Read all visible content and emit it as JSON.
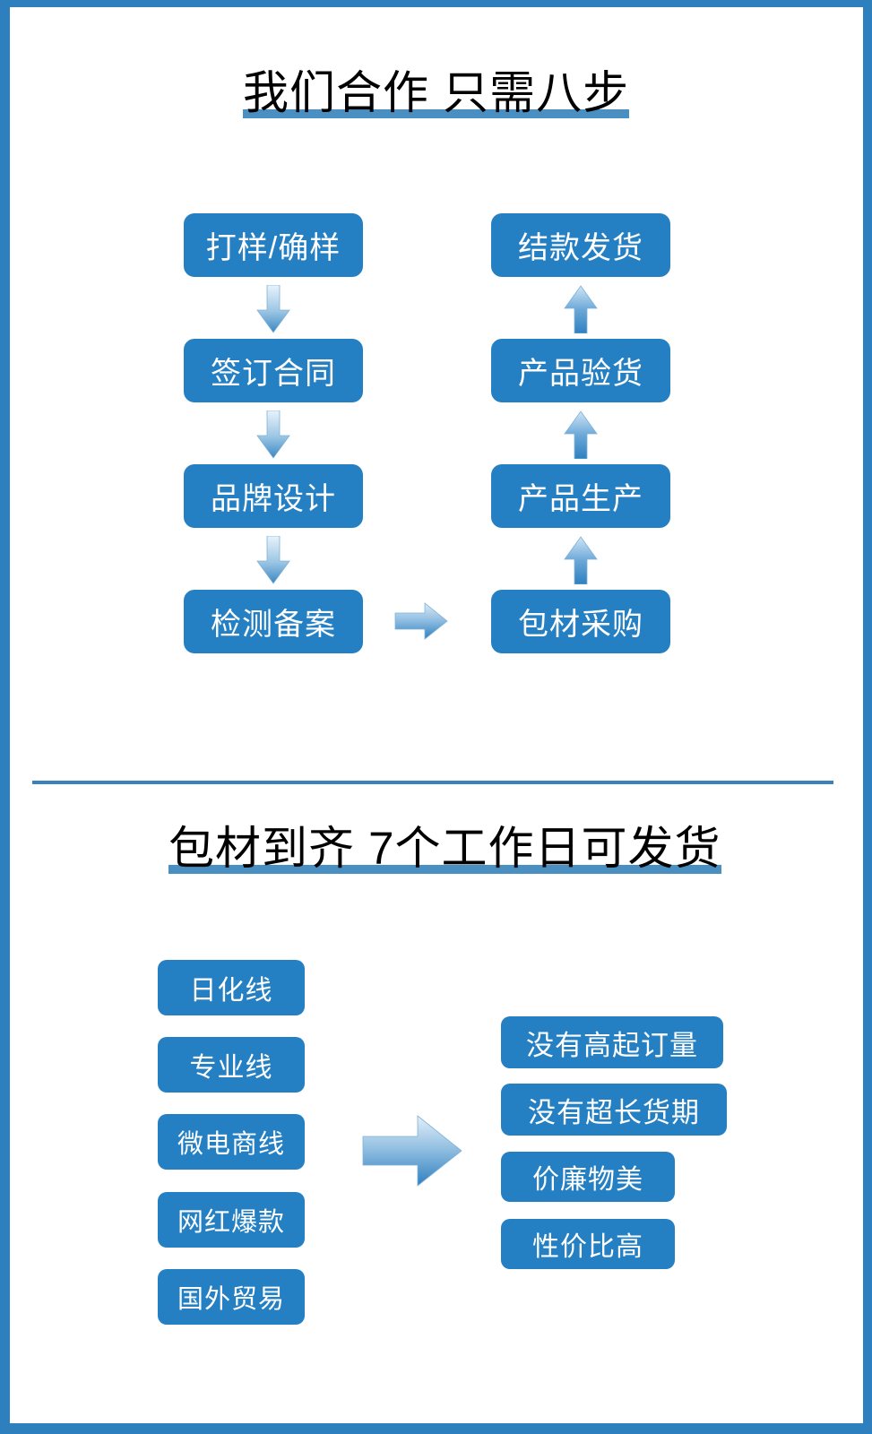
{
  "page": {
    "border_color": "#2e7fbe",
    "box_color": "#2580c3",
    "heading_bar_color": "#4a8fc1",
    "divider_color": "#3a82bd",
    "arrow_gradient_from": "#e8f2fa",
    "arrow_gradient_to": "#3b87c4",
    "background": "#ffffff"
  },
  "section1": {
    "heading": "我们合作 只需八步",
    "left_column": [
      {
        "label": "打样/确样"
      },
      {
        "label": "签订合同"
      },
      {
        "label": "品牌设计"
      },
      {
        "label": "检测备案"
      }
    ],
    "right_column": [
      {
        "label": "结款发货"
      },
      {
        "label": "产品验货"
      },
      {
        "label": "产品生产"
      },
      {
        "label": "包材采购"
      }
    ],
    "arrows": {
      "left_down": "arrow-down-icon",
      "right_up": "arrow-up-icon",
      "bridge_right": "arrow-right-icon"
    }
  },
  "section2": {
    "heading": "包材到齐 7个工作日可发货",
    "left_items": [
      {
        "label": "日化线"
      },
      {
        "label": "专业线"
      },
      {
        "label": "微电商线"
      },
      {
        "label": "网红爆款"
      },
      {
        "label": "国外贸易"
      }
    ],
    "right_items": [
      {
        "label": "没有高起订量"
      },
      {
        "label": "没有超长货期"
      },
      {
        "label": "价廉物美"
      },
      {
        "label": "性价比高"
      }
    ],
    "arrow": "arrow-right-icon"
  }
}
